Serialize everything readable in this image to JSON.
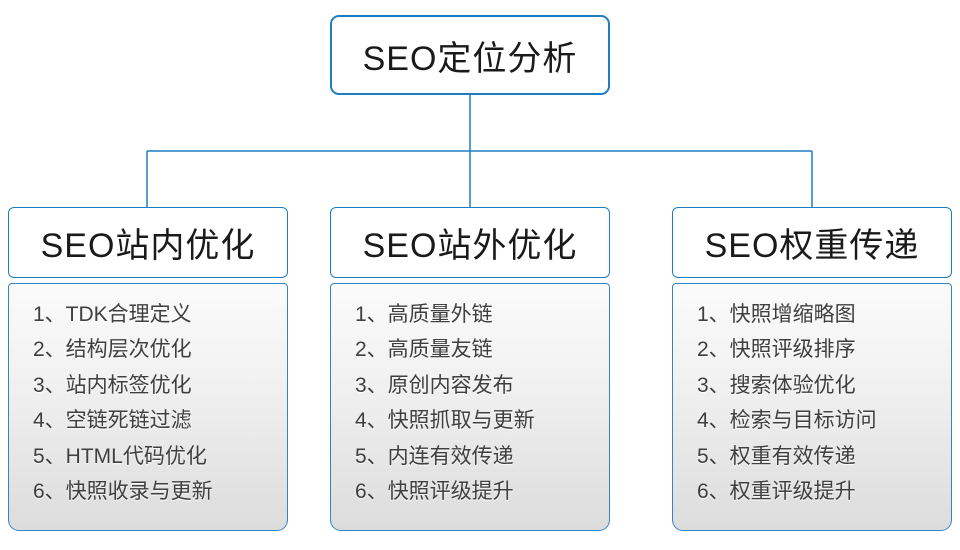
{
  "diagram": {
    "root": {
      "label": "SEO定位分析"
    },
    "columns": [
      {
        "title": "SEO站内优化",
        "items": [
          "1、TDK合理定义",
          "2、结构层次优化",
          "3、站内标签优化",
          "4、空链死链过滤",
          "5、HTML代码优化",
          "6、快照收录与更新"
        ]
      },
      {
        "title": "SEO站外优化",
        "items": [
          "1、高质量外链",
          "2、高质量友链",
          "3、原创内容发布",
          "4、快照抓取与更新",
          "5、内连有效传递",
          "6、快照评级提升"
        ]
      },
      {
        "title": "SEO权重传递",
        "items": [
          "1、快照增缩略图",
          "2、快照评级排序",
          "3、搜索体验优化",
          "4、检索与目标访问",
          "5、权重有效传递",
          "6、权重评级提升"
        ]
      }
    ]
  },
  "colors": {
    "border_blue": "#1f7ec2",
    "list_border_blue": "#2e86c8",
    "title_text": "#1a1a1a",
    "item_text": "#3f3f3f",
    "list_bg_top": "#fbfbfb",
    "list_bg_bottom": "#dcdcdc",
    "background": "#ffffff"
  }
}
